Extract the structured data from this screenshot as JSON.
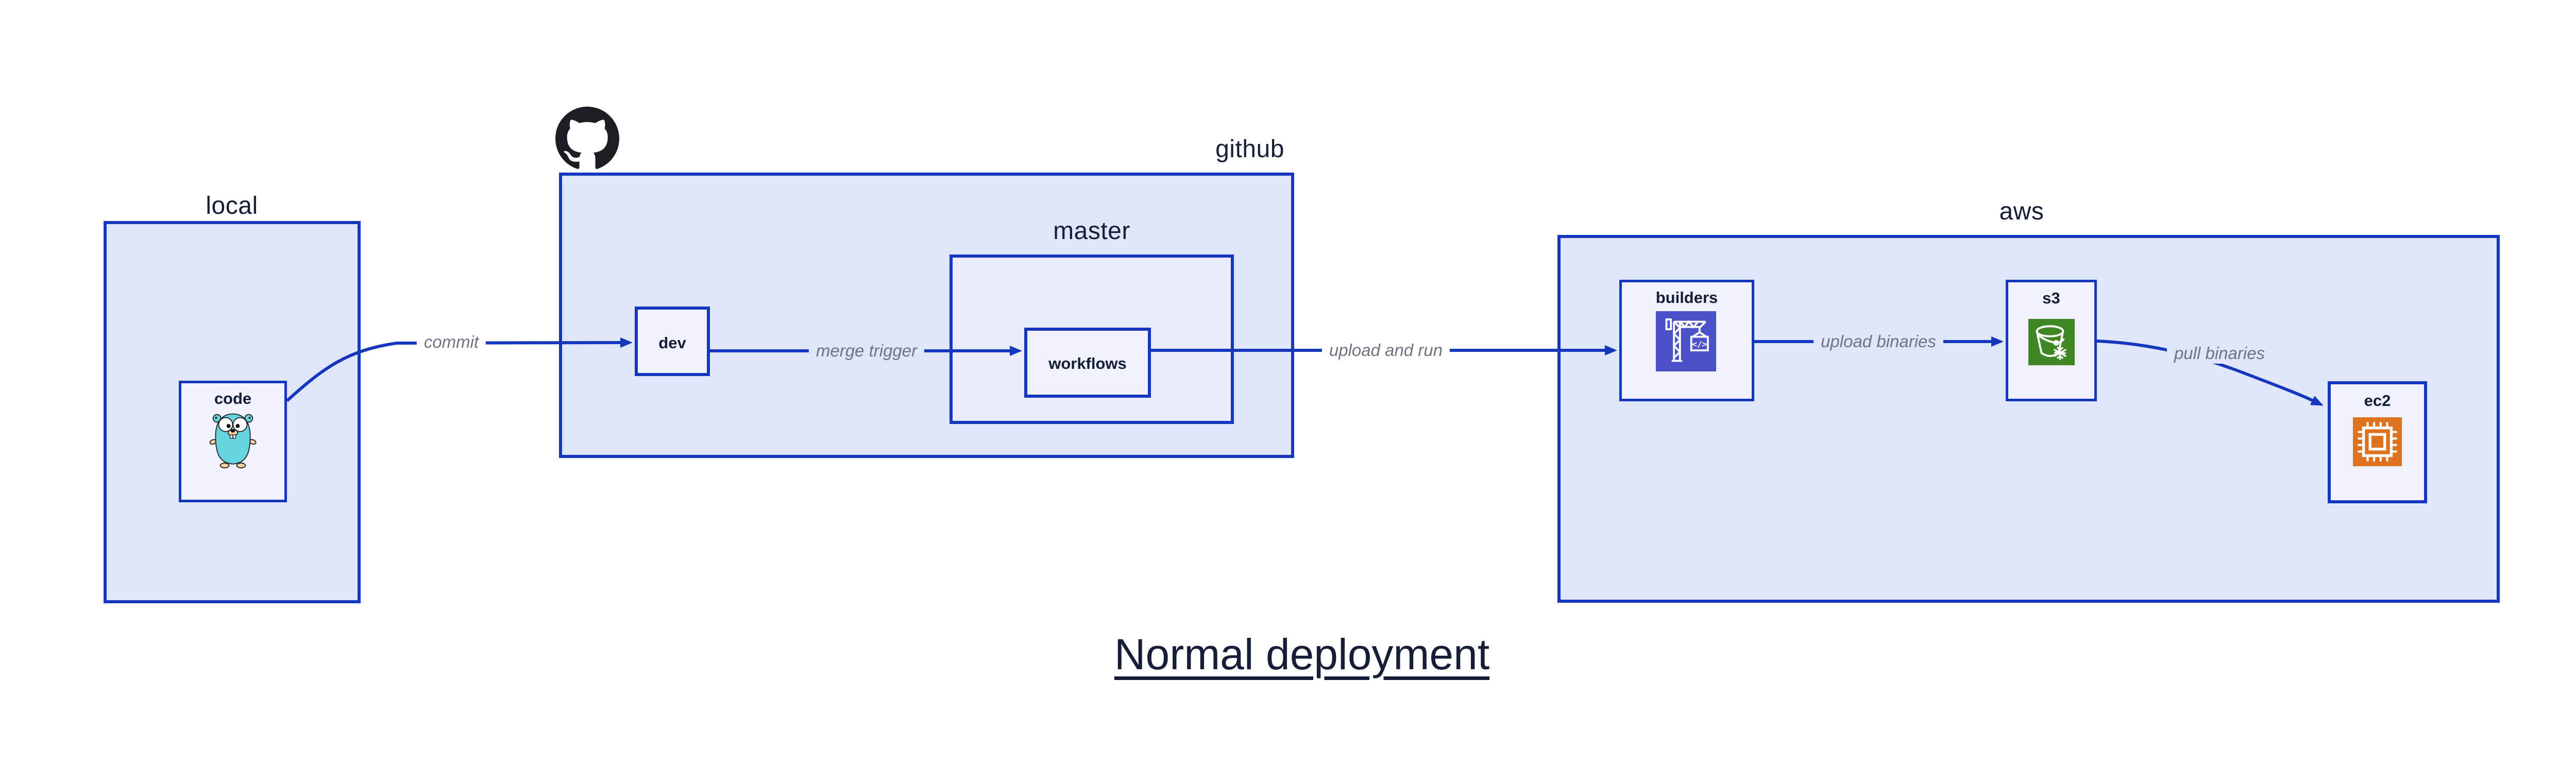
{
  "diagram": {
    "title": "Normal deployment",
    "groups": {
      "local": {
        "label": "local"
      },
      "github": {
        "label": "github"
      },
      "master": {
        "label": "master"
      },
      "aws": {
        "label": "aws"
      }
    },
    "nodes": {
      "code": {
        "label": "code"
      },
      "dev": {
        "label": "dev"
      },
      "workflows": {
        "label": "workflows"
      },
      "builders": {
        "label": "builders"
      },
      "s3": {
        "label": "s3"
      },
      "ec2": {
        "label": "ec2"
      }
    },
    "edges": {
      "commit": {
        "label": "commit"
      },
      "merge_trigger": {
        "label": "merge trigger"
      },
      "upload_and_run": {
        "label": "upload and run"
      },
      "upload_binaries": {
        "label": "upload binaries"
      },
      "pull_binaries": {
        "label": "pull binaries"
      }
    },
    "icons": {
      "codebuild_glyph": "</>"
    },
    "colors": {
      "line_blue": "#1437bd",
      "fill_outer": "#dfe6f9",
      "fill_mid": "#e9edfb",
      "fill_node": "#f0f3fd",
      "text_navy": "#161d37",
      "text_gray": "#6e7480",
      "github_dark": "#1b1f23",
      "gopher_teal": "#67d5e0",
      "gopher_tan": "#f6cf9e",
      "codebuild_indigo": "#4b52c7",
      "s3_green": "#3f8624",
      "ec2_orange": "#dd731f"
    }
  }
}
